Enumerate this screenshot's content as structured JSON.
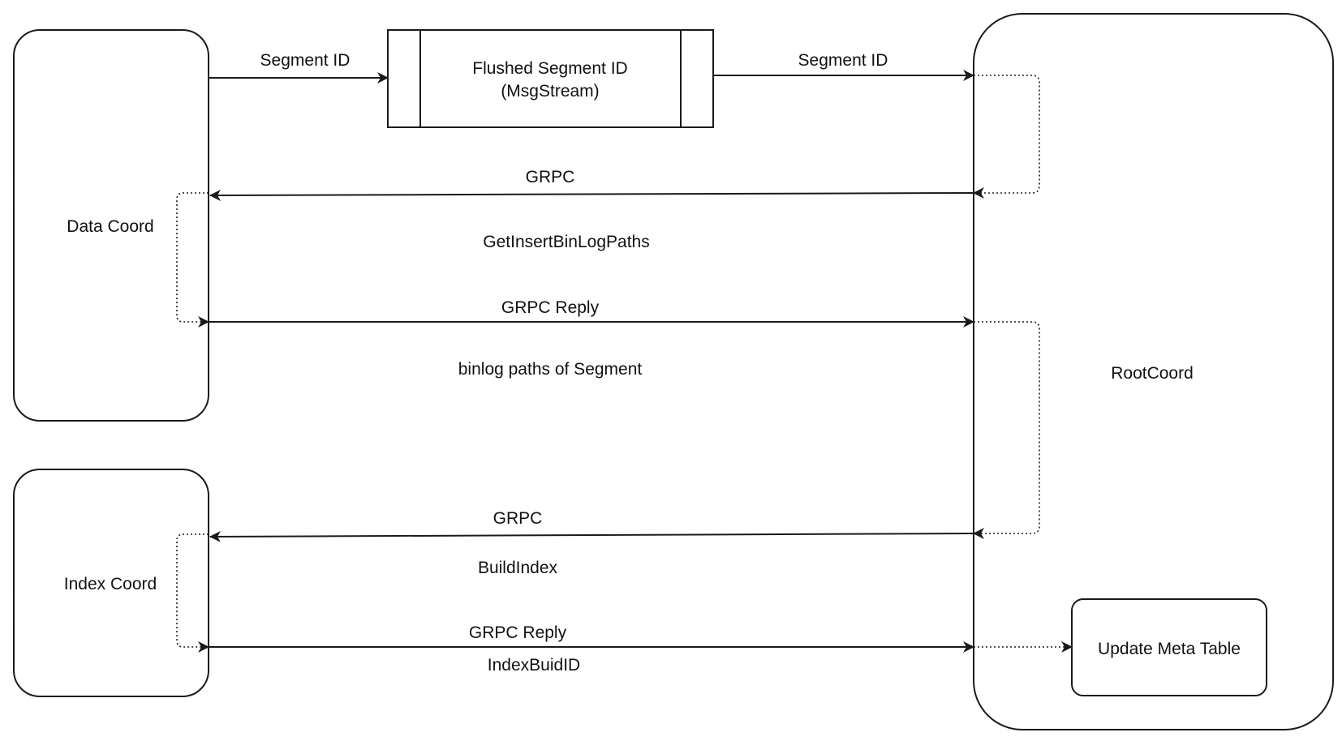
{
  "nodes": {
    "data_coord": "Data Coord",
    "index_coord": "Index Coord",
    "root_coord": "RootCoord",
    "msg_stream": {
      "line1": "Flushed Segment ID",
      "line2": "(MsgStream)"
    },
    "meta_table": "Update Meta Table"
  },
  "edges": {
    "dc_to_stream": "Segment ID",
    "stream_to_root": "Segment ID",
    "grpc_1": "GRPC",
    "grpc_1_method": "GetInsertBinLogPaths",
    "reply_1": "GRPC Reply",
    "reply_1_payload": "binlog paths of Segment",
    "grpc_2": "GRPC",
    "grpc_2_method": "BuildIndex",
    "reply_2": "GRPC Reply",
    "reply_2_payload": "IndexBuidID"
  },
  "colors": {
    "stroke": "#1a1a1a",
    "text": "#111111",
    "background": "#ffffff"
  }
}
